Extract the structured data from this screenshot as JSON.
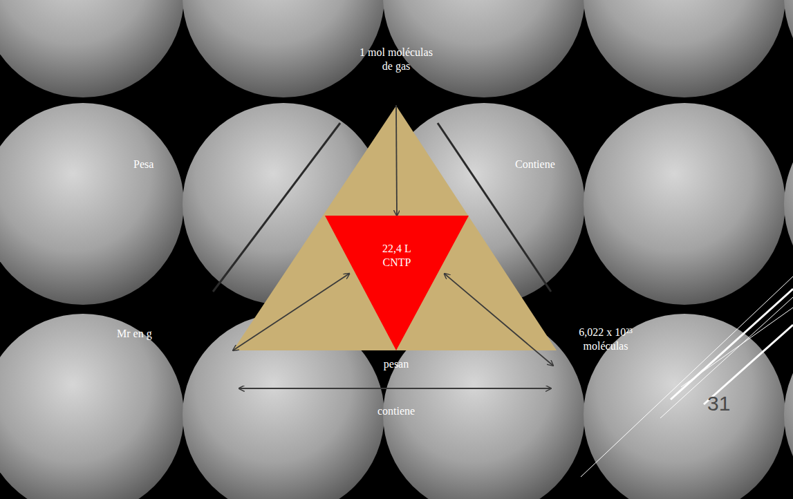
{
  "diagram": {
    "nodes": [
      {
        "text": [
          "1 mol moléculas de gas"
        ]
      },
      {
        "text": [
          "Mr en g"
        ]
      },
      {
        "text": [
          "6,022 x 10²³ moléculas"
        ]
      },
      {
        "text": [
          "22,4 L CNTP"
        ]
      }
    ],
    "edges": [
      {
        "from": 0,
        "to": 3,
        "arrow": "to"
      },
      {
        "from": 1,
        "to": 3,
        "arrow": "both"
      },
      {
        "from": 2,
        "to": 3,
        "arrow": "both"
      },
      {
        "from": 1,
        "to": 2,
        "label": "contiene",
        "arrow": "both"
      }
    ],
    "labels": [
      "Pesa",
      "Contiene",
      "pesan",
      "31"
    ]
  }
}
